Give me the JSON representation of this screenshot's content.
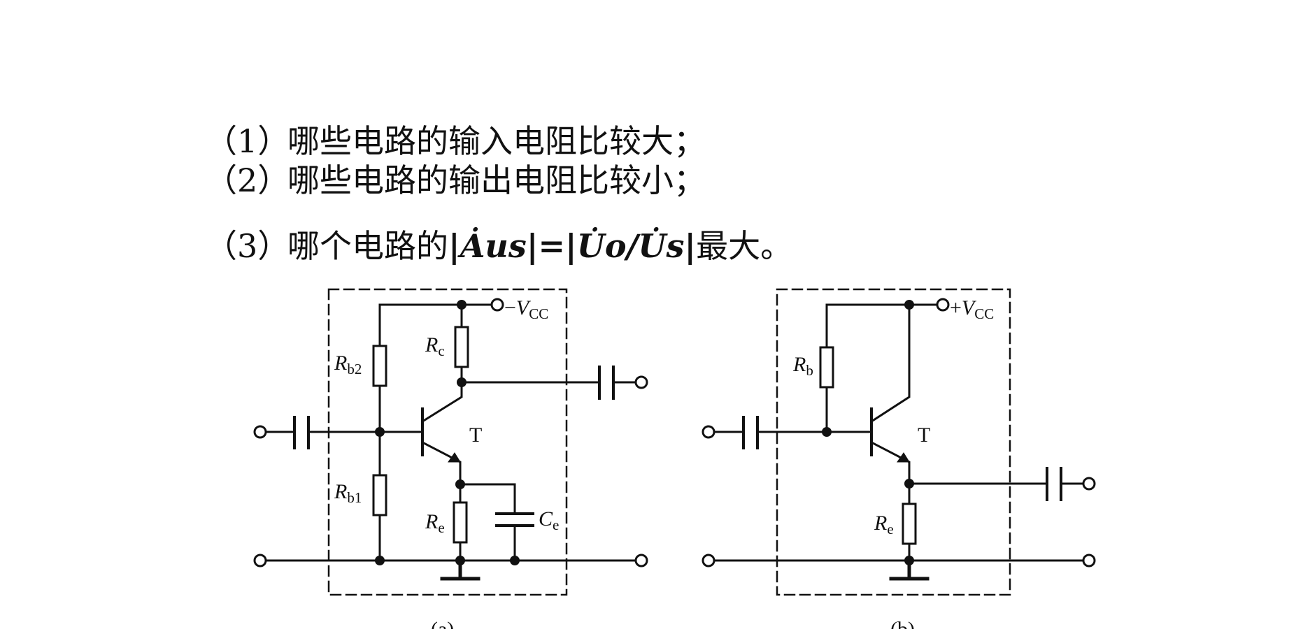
{
  "questions": [
    {
      "number": "（1）",
      "text": "哪些电路的输入电阻比较大；"
    },
    {
      "number": "（2）",
      "text": "哪些电路的输出电阻比较小；"
    },
    {
      "number": "（3）",
      "text": "哪个电路的",
      "formula": "|Ȧus|=|U̇o/U̇s|",
      "suffix": "最大。"
    }
  ],
  "circuit_a": {
    "supply_sign": "−",
    "supply_symbol": "V",
    "supply_sub": "CC",
    "rb2": {
      "sym": "R",
      "sub": "b2"
    },
    "rb1": {
      "sym": "R",
      "sub": "b1"
    },
    "rc": {
      "sym": "R",
      "sub": "c"
    },
    "re": {
      "sym": "R",
      "sub": "e"
    },
    "ce": {
      "sym": "C",
      "sub": "e"
    },
    "transistor": "T",
    "caption": "(a)"
  },
  "circuit_b": {
    "supply_sign": "+",
    "supply_symbol": "V",
    "supply_sub": "CC",
    "rb": {
      "sym": "R",
      "sub": "b"
    },
    "re": {
      "sym": "R",
      "sub": "e"
    },
    "transistor": "T",
    "caption": "(b)"
  }
}
